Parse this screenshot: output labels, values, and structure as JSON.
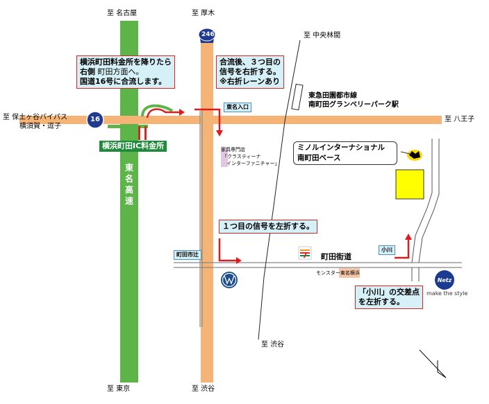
{
  "places": {
    "nagoya": "至 名古屋",
    "atsugi": "至 厚木",
    "chuorinkan": "至 中央林間",
    "hodogaya": "至 保土ヶ谷バイパス",
    "yokosuka_zushi": "横須賀・逗子",
    "hachioji": "至 八王子",
    "shibuya_mid": "至 渋谷",
    "tokyo": "至 東京",
    "shibuya_bottom": "至 渋谷"
  },
  "routes": {
    "r246": "246",
    "r16": "16"
  },
  "roads": {
    "tomei": "東名高速",
    "machida_kaido": "町田街道"
  },
  "railway": {
    "line1": "東急田園都市線",
    "line2": "南町田グランベリーパーク駅"
  },
  "labels": {
    "tomei_iriguchi": "東名入口",
    "machida_ichitsuji": "町田市辻",
    "ogawa": "小川",
    "toll_gate": "横浜町田IC料金所",
    "furniture_1": "家具専門店",
    "furniture_2": "「クラスティーナ",
    "furniture_3": "インターファニチャー」",
    "monster": "モンスター東名横浜",
    "make_style": "make the style",
    "destination_1": "ミノルインターナショナル",
    "destination_2": "南町田ベース"
  },
  "notes": {
    "note1_l1": "横浜町田料金所を降りたら",
    "note1_l2_bold": "右側",
    "note1_l2_rest": " 町田方面へ。",
    "note1_l3": "国道16号に合流します。",
    "note2_l1": "合流後、３つ目の",
    "note2_l2": "信号を右折する。",
    "note2_l3": "※右折レーンあり",
    "note3": "１つ目の信号を左折する。",
    "note4_l1": "「小川」の交差点",
    "note4_l2": "を左折する。"
  },
  "colors": {
    "tomei_green": "#5db54a",
    "orange_road": "#f5b476",
    "note_bg": "#d6f0f8",
    "arrow_red": "#e01b1b",
    "building_yellow": "#ffff00"
  }
}
